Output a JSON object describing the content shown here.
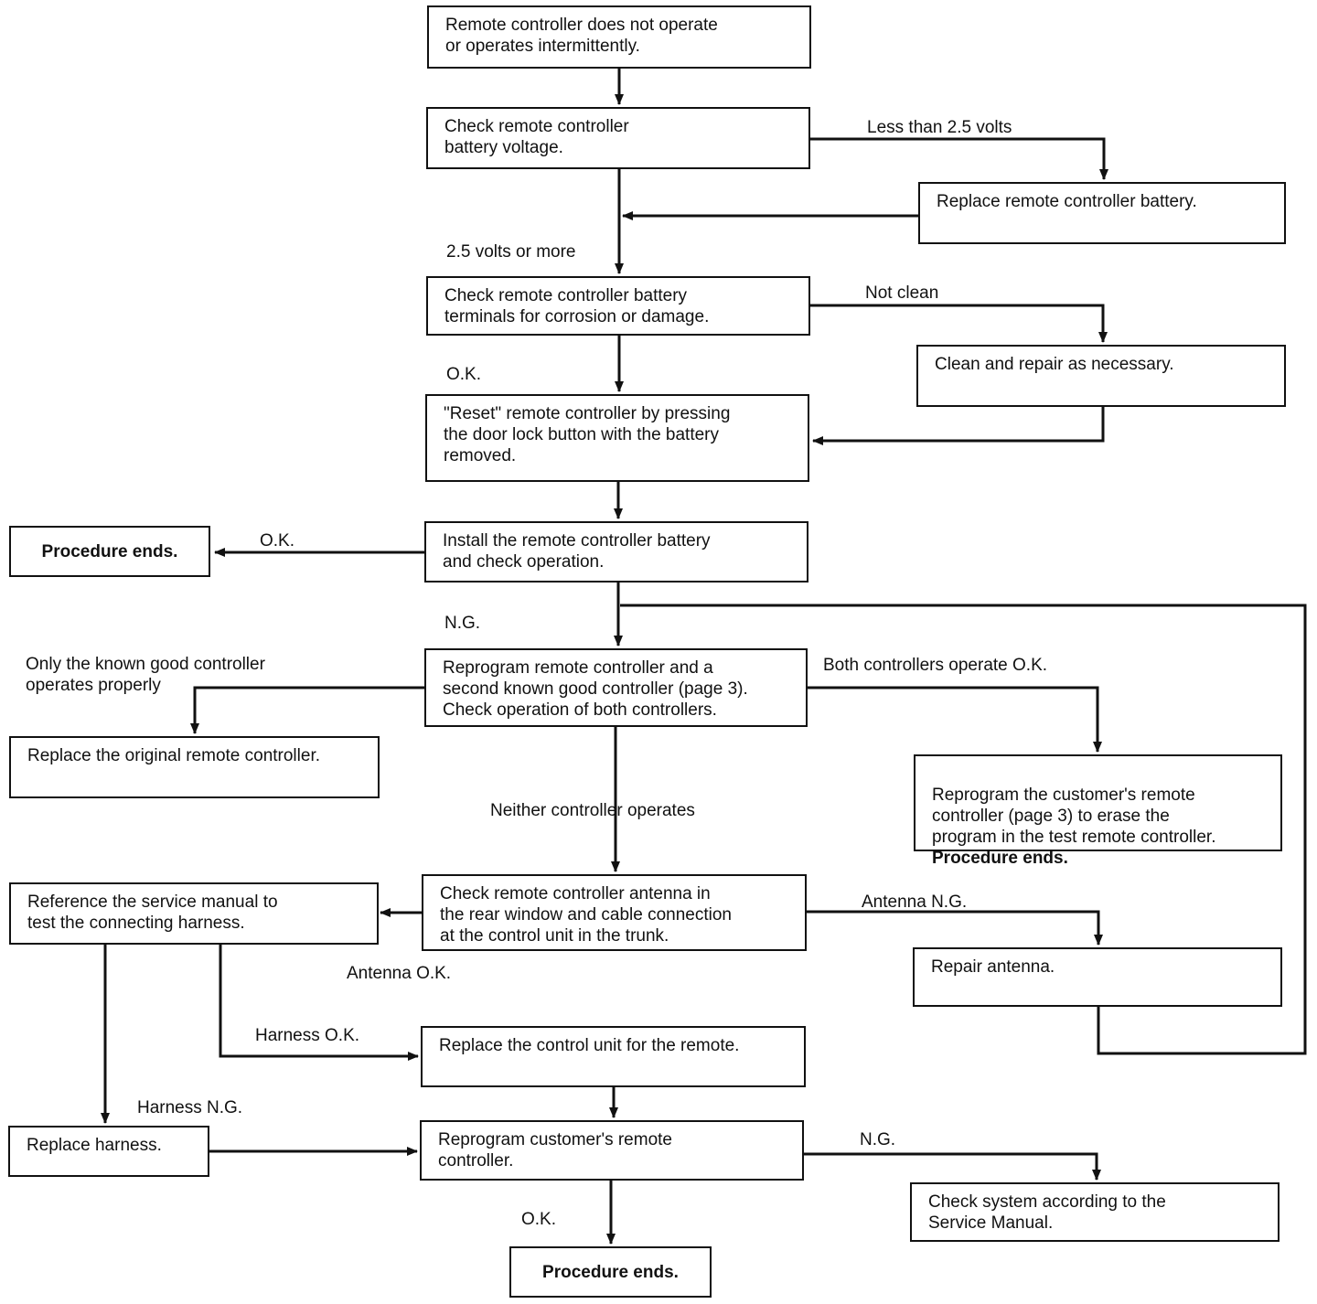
{
  "nodes": {
    "start": "Remote controller does not operate\nor operates intermittently.",
    "check_battery_voltage": "Check remote controller\nbattery voltage.",
    "replace_battery": "Replace remote controller battery.",
    "check_terminals": "Check remote controller battery\nterminals for corrosion or damage.",
    "clean_repair": "Clean and repair as necessary.",
    "reset_controller": "\"Reset\" remote controller by pressing\nthe door lock button with the battery\nremoved.",
    "install_battery": "Install the remote controller battery\nand check operation.",
    "procedure_ends_1": "Procedure ends.",
    "reprogram_both": "Reprogram remote controller and a\nsecond known good controller (page 3).\nCheck operation of both controllers.",
    "replace_original": "Replace the original remote controller.",
    "reprogram_customer_erase": "Reprogram the customer's remote\ncontroller (page 3) to erase the\nprogram in the test remote controller.",
    "reprogram_customer_erase_end": "Procedure ends.",
    "check_antenna": "Check remote controller antenna in\nthe rear window and cable connection\nat the control unit in the trunk.",
    "reference_manual": "Reference the service manual to\ntest the connecting harness.",
    "repair_antenna": "Repair antenna.",
    "replace_control_unit": "Replace the control unit for the remote.",
    "replace_harness": "Replace harness.",
    "reprogram_customer": "Reprogram customer's remote\ncontroller.",
    "check_system": "Check system according to the\nService Manual.",
    "procedure_ends_2": "Procedure ends."
  },
  "labels": {
    "less_than_25": "Less than 2.5 volts",
    "volts_25_or_more": "2.5 volts or more",
    "not_clean": "Not clean",
    "ok_terminals": "O.K.",
    "ok_install": "O.K.",
    "ng_install": "N.G.",
    "only_known_good": "Only the known good controller\noperates properly",
    "both_operate": "Both controllers operate O.K.",
    "neither_operates": "Neither controller operates",
    "antenna_ng": "Antenna N.G.",
    "antenna_ok": "Antenna O.K.",
    "harness_ok": "Harness O.K.",
    "harness_ng": "Harness N.G.",
    "ng_final": "N.G.",
    "ok_final": "O.K."
  },
  "colors": {
    "line": "#111111",
    "background": "#ffffff"
  }
}
